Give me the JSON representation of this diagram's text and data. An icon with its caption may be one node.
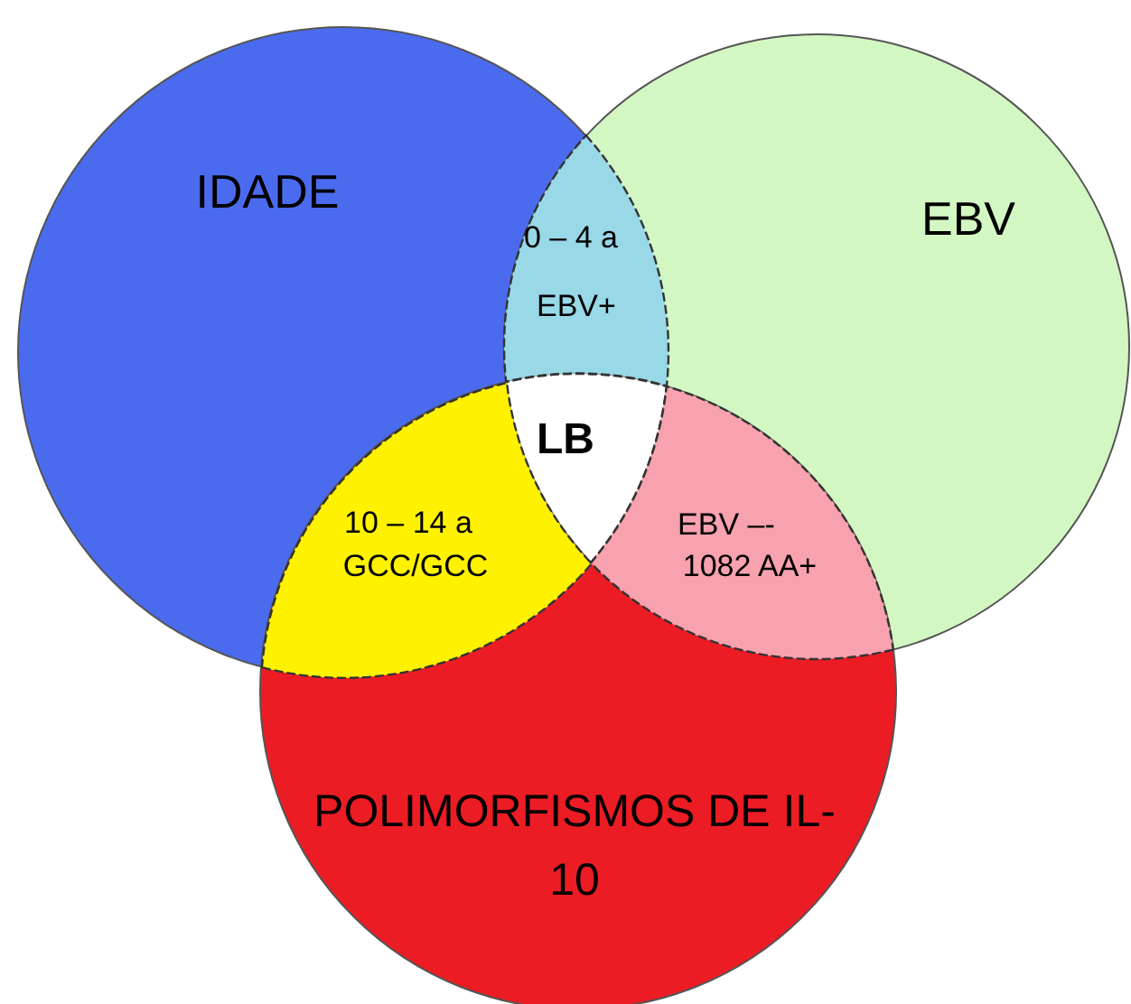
{
  "diagram": {
    "nodes": [
      {
        "text": [
          "IDADE"
        ]
      },
      {
        "text": [
          "0 – 4 a",
          "EBV+"
        ]
      },
      {
        "text": [
          "EBV"
        ]
      },
      {
        "text": [
          "LB"
        ]
      },
      {
        "text": [
          "10 – 14 a",
          "GCC/GCC"
        ]
      },
      {
        "text": [
          "EBV –-",
          "1082 AA+"
        ]
      },
      {
        "text": [
          "POLIMORFISMOS DE IL-10"
        ]
      }
    ],
    "edges": []
  }
}
